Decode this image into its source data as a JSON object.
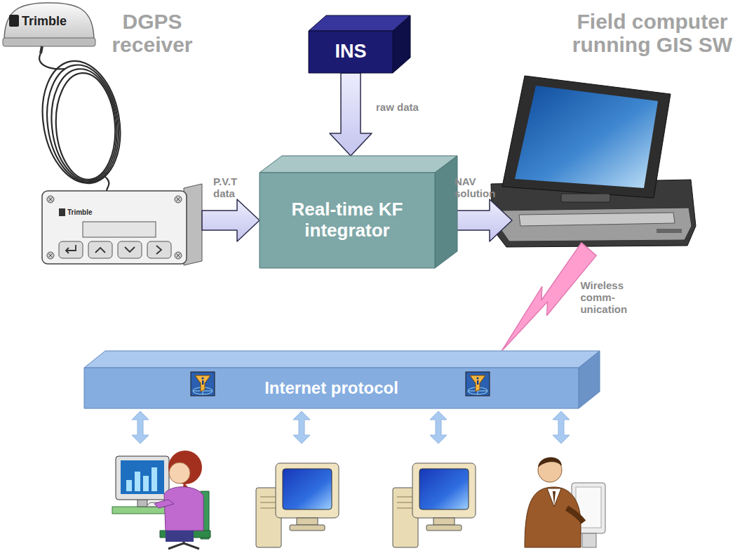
{
  "diagram": {
    "nodes": [
      {
        "text": [
          "DGPS receiver"
        ]
      },
      {
        "text": [
          "INS"
        ]
      },
      {
        "text": [
          "Field computer running GIS SW"
        ]
      },
      {
        "text": [
          "Real-time KF integrator"
        ]
      },
      {
        "text": [
          "Internet protocol"
        ]
      }
    ],
    "edges": [
      {
        "from": 0,
        "to": 3,
        "label": "P.V.T data",
        "arrow": "to"
      },
      {
        "from": 1,
        "to": 3,
        "label": "raw data",
        "arrow": "to"
      },
      {
        "from": 3,
        "to": 2,
        "label": "NAV solution",
        "arrow": "to"
      },
      {
        "from": 2,
        "to": 4,
        "label": "Wireless comm- unication",
        "arrow": "none"
      }
    ],
    "labels": [
      "Trimble",
      "Trimble"
    ]
  }
}
